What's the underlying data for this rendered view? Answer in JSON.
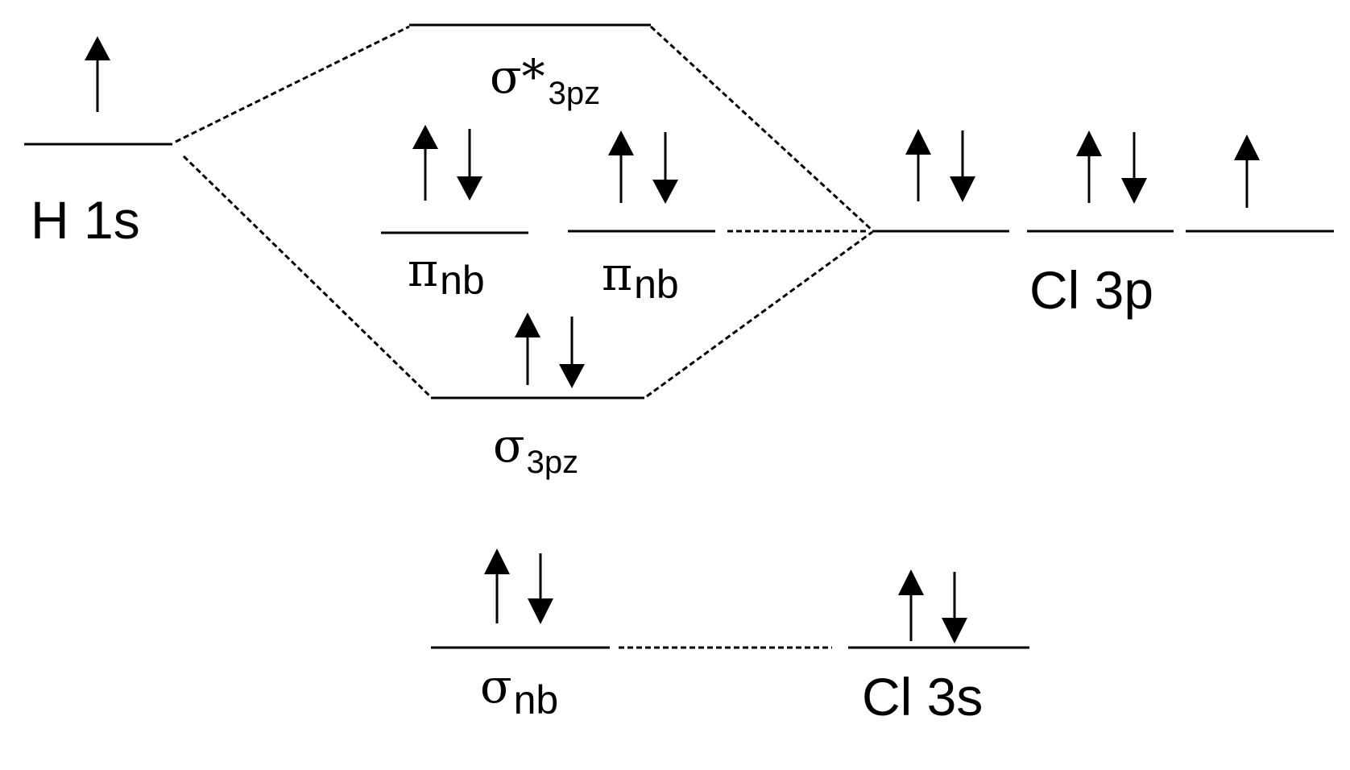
{
  "labels": {
    "h1s": "H 1s",
    "cl3p": "Cl 3p",
    "cl3s": "Cl 3s",
    "sigma_star": {
      "symbol": "σ*",
      "sub": "3pz"
    },
    "pi_nb_1": {
      "symbol": "π",
      "sub": "nb"
    },
    "pi_nb_2": {
      "symbol": "π",
      "sub": "nb"
    },
    "sigma_3pz": {
      "symbol": "σ",
      "sub": "3pz"
    },
    "sigma_nb": {
      "symbol": "σ",
      "sub": "nb"
    }
  },
  "levels": [
    {
      "id": "h1s",
      "electrons": [
        "up"
      ]
    },
    {
      "id": "sigma_star_3pz",
      "electrons": []
    },
    {
      "id": "pi_nb_1",
      "electrons": [
        "up",
        "down"
      ]
    },
    {
      "id": "pi_nb_2",
      "electrons": [
        "up",
        "down"
      ]
    },
    {
      "id": "sigma_3pz",
      "electrons": [
        "up",
        "down"
      ]
    },
    {
      "id": "sigma_nb",
      "electrons": [
        "up",
        "down"
      ]
    },
    {
      "id": "cl3p_1",
      "electrons": [
        "up",
        "down"
      ]
    },
    {
      "id": "cl3p_2",
      "electrons": [
        "up",
        "down"
      ]
    },
    {
      "id": "cl3p_3",
      "electrons": [
        "up"
      ]
    },
    {
      "id": "cl3s",
      "electrons": [
        "up",
        "down"
      ]
    }
  ]
}
